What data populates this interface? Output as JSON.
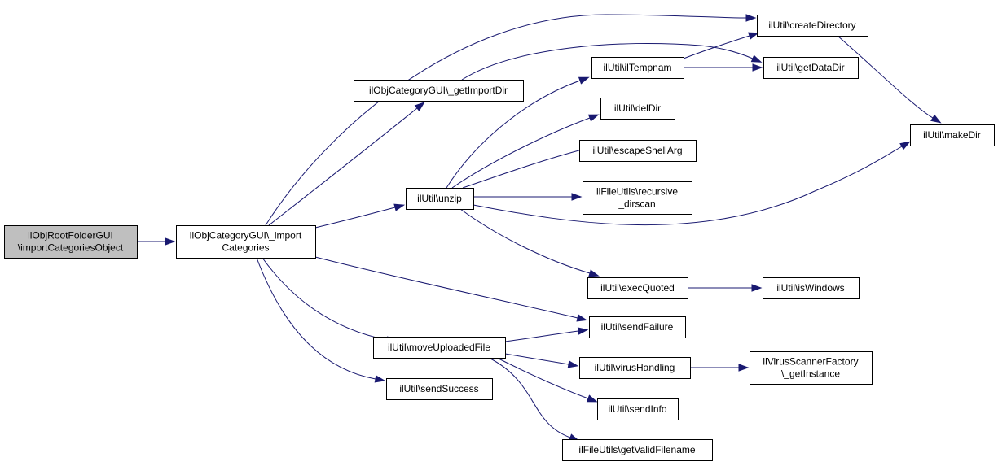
{
  "colors": {
    "node_fill": "#ffffff",
    "root_fill": "#bfbfbf",
    "edge": "#191970",
    "border": "#000000"
  },
  "nodes": {
    "root": [
      "ilObjRootFolderGUI",
      "\\importCategoriesObject"
    ],
    "import_categories": [
      "ilObjCategoryGUI\\_import",
      "Categories"
    ],
    "get_import_dir": [
      "ilObjCategoryGUI\\_getImportDir"
    ],
    "unzip": [
      "ilUtil\\unzip"
    ],
    "move_uploaded_file": [
      "ilUtil\\moveUploadedFile"
    ],
    "send_success": [
      "ilUtil\\sendSuccess"
    ],
    "create_directory": [
      "ilUtil\\createDirectory"
    ],
    "get_data_dir": [
      "ilUtil\\getDataDir"
    ],
    "il_tempnam": [
      "ilUtil\\ilTempnam"
    ],
    "del_dir": [
      "ilUtil\\delDir"
    ],
    "escape_shell_arg": [
      "ilUtil\\escapeShellArg"
    ],
    "recursive_dirscan": [
      "ilFileUtils\\recursive",
      "_dirscan"
    ],
    "exec_quoted": [
      "ilUtil\\execQuoted"
    ],
    "send_failure": [
      "ilUtil\\sendFailure"
    ],
    "virus_handling": [
      "ilUtil\\virusHandling"
    ],
    "send_info": [
      "ilUtil\\sendInfo"
    ],
    "get_valid_filename": [
      "ilFileUtils\\getValidFilename"
    ],
    "make_dir": [
      "ilUtil\\makeDir"
    ],
    "is_windows": [
      "ilUtil\\isWindows"
    ],
    "virus_scanner": [
      "ilVirusScannerFactory",
      "\\_getInstance"
    ]
  },
  "edges": [
    [
      "root",
      "import_categories"
    ],
    [
      "import_categories",
      "create_directory"
    ],
    [
      "import_categories",
      "get_import_dir"
    ],
    [
      "import_categories",
      "unzip"
    ],
    [
      "import_categories",
      "send_failure"
    ],
    [
      "import_categories",
      "move_uploaded_file"
    ],
    [
      "import_categories",
      "send_success"
    ],
    [
      "get_import_dir",
      "get_data_dir"
    ],
    [
      "unzip",
      "il_tempnam"
    ],
    [
      "unzip",
      "del_dir"
    ],
    [
      "unzip",
      "escape_shell_arg"
    ],
    [
      "unzip",
      "recursive_dirscan"
    ],
    [
      "unzip",
      "make_dir"
    ],
    [
      "unzip",
      "exec_quoted"
    ],
    [
      "il_tempnam",
      "create_directory"
    ],
    [
      "il_tempnam",
      "get_data_dir"
    ],
    [
      "create_directory",
      "make_dir"
    ],
    [
      "exec_quoted",
      "is_windows"
    ],
    [
      "move_uploaded_file",
      "send_failure"
    ],
    [
      "move_uploaded_file",
      "virus_handling"
    ],
    [
      "move_uploaded_file",
      "send_info"
    ],
    [
      "move_uploaded_file",
      "get_valid_filename"
    ],
    [
      "virus_handling",
      "virus_scanner"
    ]
  ]
}
